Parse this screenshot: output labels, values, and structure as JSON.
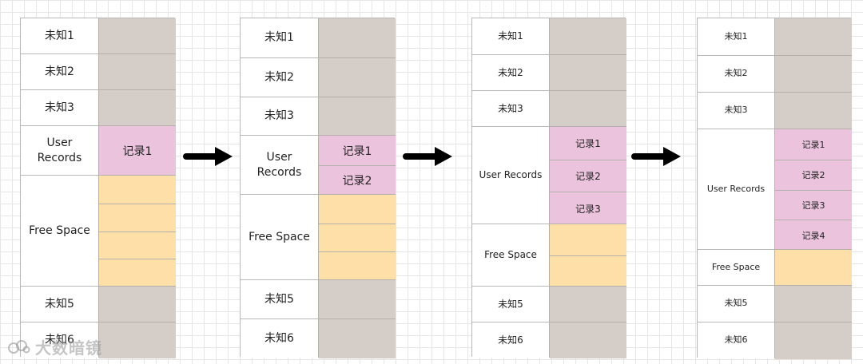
{
  "colors": {
    "unknown": "#d4cdc8",
    "record": "#ebc3dd",
    "free": "#ffdfa8",
    "slot_border": "#b4b0ab",
    "arrow": "#000000"
  },
  "panels": [
    {
      "rows": [
        {
          "label": "未知1",
          "type": "unknown",
          "slots": 1
        },
        {
          "label": "未知2",
          "type": "unknown",
          "slots": 1
        },
        {
          "label": "未知3",
          "type": "unknown",
          "slots": 1
        },
        {
          "label": "User\nRecords",
          "type": "record",
          "records": [
            "记录1"
          ]
        },
        {
          "label": "Free Space",
          "type": "free",
          "slots": 4
        },
        {
          "label": "未知5",
          "type": "unknown",
          "slots": 1
        },
        {
          "label": "未知6",
          "type": "unknown",
          "slots": 1
        }
      ]
    },
    {
      "rows": [
        {
          "label": "未知1",
          "type": "unknown",
          "slots": 1
        },
        {
          "label": "未知2",
          "type": "unknown",
          "slots": 1
        },
        {
          "label": "未知3",
          "type": "unknown",
          "slots": 1
        },
        {
          "label": "User\nRecords",
          "type": "record",
          "records": [
            "记录1",
            "记录2"
          ]
        },
        {
          "label": "Free Space",
          "type": "free",
          "slots": 3
        },
        {
          "label": "未知5",
          "type": "unknown",
          "slots": 1
        },
        {
          "label": "未知6",
          "type": "unknown",
          "slots": 1
        }
      ]
    },
    {
      "rows": [
        {
          "label": "未知1",
          "type": "unknown",
          "slots": 1
        },
        {
          "label": "未知2",
          "type": "unknown",
          "slots": 1
        },
        {
          "label": "未知3",
          "type": "unknown",
          "slots": 1
        },
        {
          "label": "User Records",
          "type": "record",
          "records": [
            "记录1",
            "记录2",
            "记录3"
          ]
        },
        {
          "label": "Free Space",
          "type": "free",
          "slots": 2
        },
        {
          "label": "未知5",
          "type": "unknown",
          "slots": 1
        },
        {
          "label": "未知6",
          "type": "unknown",
          "slots": 1
        }
      ]
    },
    {
      "rows": [
        {
          "label": "未知1",
          "type": "unknown",
          "slots": 1
        },
        {
          "label": "未知2",
          "type": "unknown",
          "slots": 1
        },
        {
          "label": "未知3",
          "type": "unknown",
          "slots": 1
        },
        {
          "label": "User Records",
          "type": "record",
          "records": [
            "记录1",
            "记录2",
            "记录3",
            "记录4"
          ]
        },
        {
          "label": "Free Space",
          "type": "free",
          "slots": 1
        },
        {
          "label": "未知5",
          "type": "unknown",
          "slots": 1
        },
        {
          "label": "未知6",
          "type": "unknown",
          "slots": 1
        }
      ]
    }
  ],
  "watermark": {
    "text": "大数暗镜",
    "logo": "cloud-logo-icon"
  }
}
